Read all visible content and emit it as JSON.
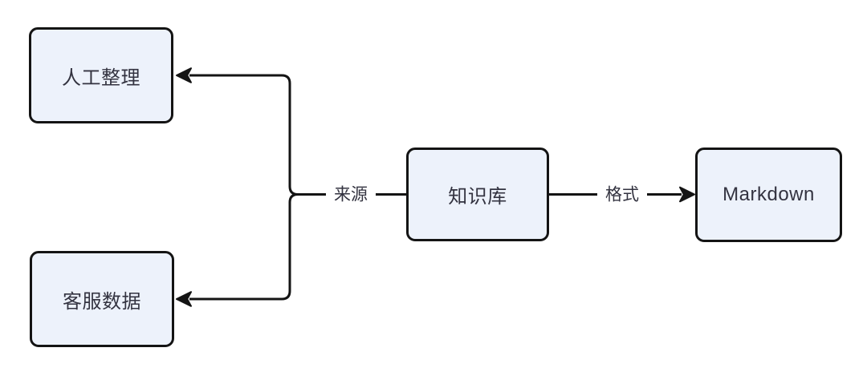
{
  "diagram": {
    "type": "flowchart",
    "nodes": [
      {
        "id": "manual-curation",
        "label": "人工整理"
      },
      {
        "id": "customer-service-data",
        "label": "客服数据"
      },
      {
        "id": "knowledge-base",
        "label": "知识库"
      },
      {
        "id": "markdown",
        "label": "Markdown"
      }
    ],
    "edges": [
      {
        "from": "知识库",
        "to": "人工整理",
        "label": "来源",
        "arrow_at": "target"
      },
      {
        "from": "知识库",
        "to": "客服数据",
        "label": "来源",
        "arrow_at": "target"
      },
      {
        "from": "知识库",
        "to": "Markdown",
        "label": "格式",
        "arrow_at": "target"
      }
    ],
    "colors": {
      "node_fill": "#EDF2FB",
      "node_border": "#141414",
      "edge_stroke": "#141414",
      "text": "#333340",
      "background": "#FFFFFF"
    }
  }
}
